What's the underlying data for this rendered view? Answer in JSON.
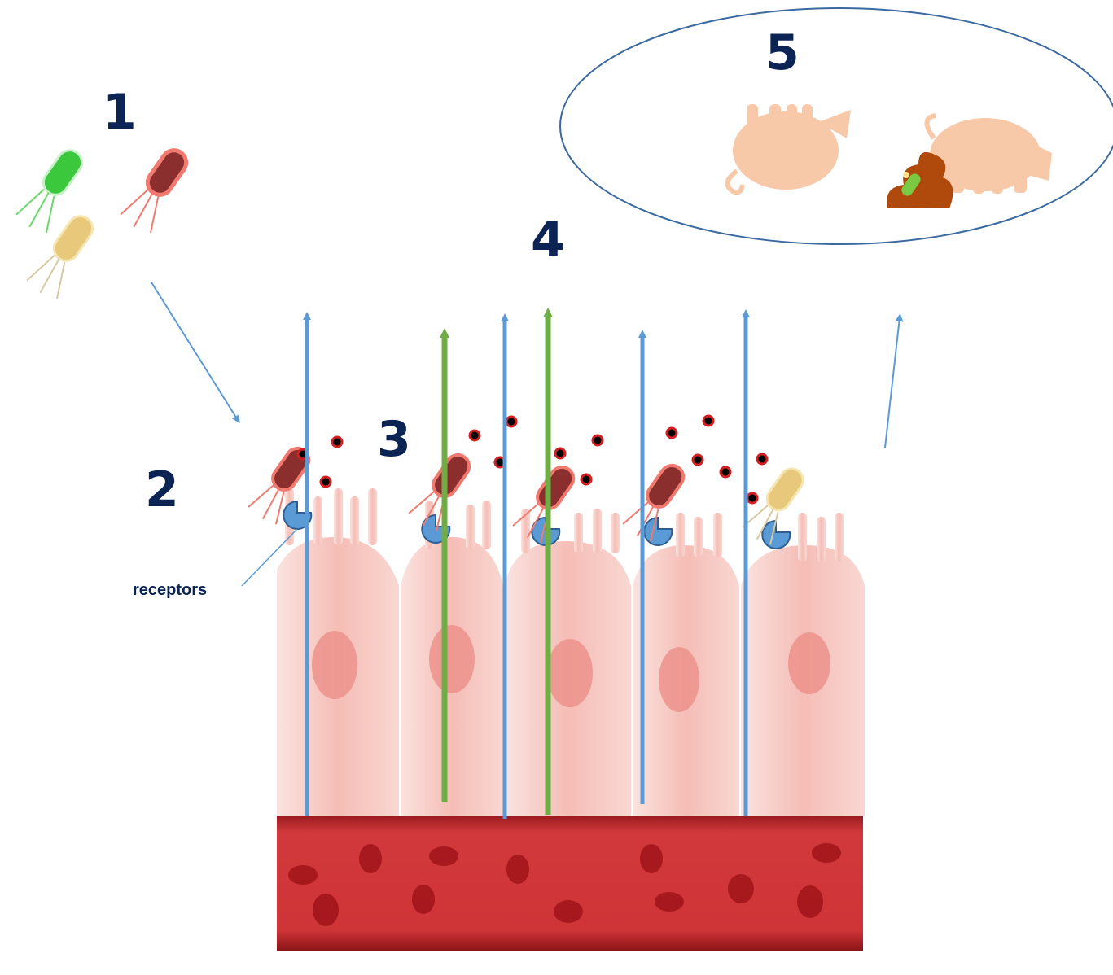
{
  "steps": [
    "1",
    "2",
    "3",
    "4",
    "5"
  ],
  "labels": {
    "receptors": "receptors"
  },
  "colors": {
    "step_number": "#0b2454",
    "blue_arrow": "#5b9bd5",
    "green_arrow": "#70ad47",
    "bacterium_red": "#8b2e2e",
    "bacterium_green": "#3cc83c",
    "bacterium_yellow": "#e8c87a",
    "receptor": "#5b9bd5",
    "toxin": "#000000",
    "cell": "#f6c3bd",
    "nucleus": "#ec8f88",
    "blood_vessel": "#c0262b",
    "pig": "#f7c9a8",
    "ellipse_outline": "#3b6aa0",
    "feces": "#b0490c"
  }
}
